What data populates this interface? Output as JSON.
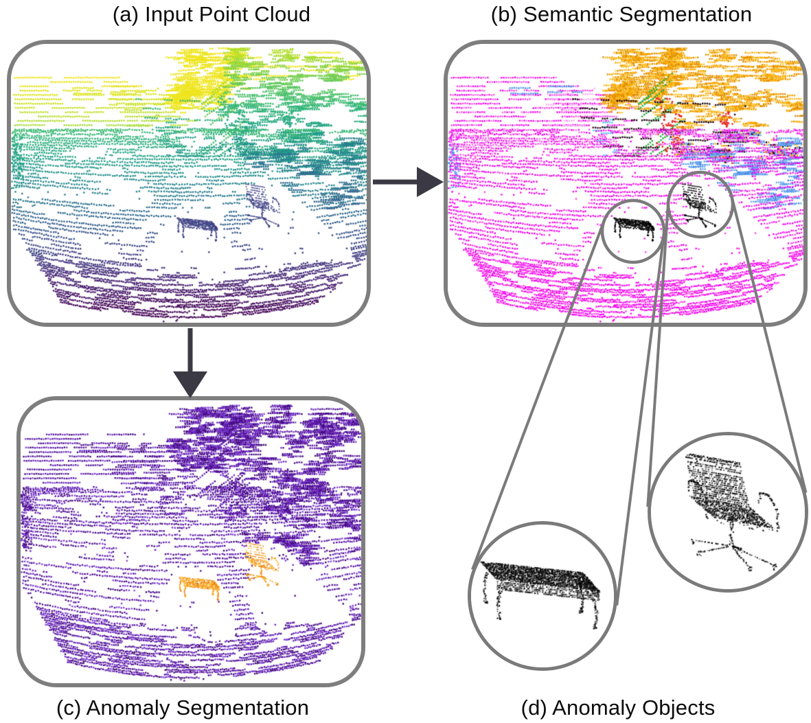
{
  "figure": {
    "captions": {
      "a": "(a) Input Point Cloud",
      "b": "(b) Semantic Segmentation",
      "c": "(c) Anomaly Segmentation",
      "d": "(d) Anomaly Objects"
    }
  },
  "style": {
    "background": "#ffffff",
    "caption_color": "#0b0b0b",
    "panel_border_color": "#7e7e7e",
    "circle_color": "#7a7a7a",
    "arrow_color": "#3b3943",
    "object_point_color": "#000000"
  },
  "render": {
    "seed": 911,
    "viridis": [
      "#440154",
      "#482878",
      "#3e4a89",
      "#31688e",
      "#26828e",
      "#1f9e89",
      "#35b779",
      "#6dcd59",
      "#b4de2c",
      "#dfe318",
      "#fde725"
    ],
    "semantic": {
      "ground": [
        "#ff00ff",
        "#f218dd",
        "#e500e5",
        "#fa4ae8"
      ],
      "ground_light": [
        "#f37ae8",
        "#ef5fe0"
      ],
      "pale_wall": "#f2b2ee",
      "blue": [
        "#5d9cec",
        "#4a8ae4",
        "#6fb0f4"
      ],
      "cyan": "#55ccf5",
      "gold": [
        "#f6a800",
        "#e08c00",
        "#ffc433"
      ],
      "green": "#1fa83c",
      "red": "#e8251f",
      "dark": [
        "#1c0712",
        "#451027",
        "#000000"
      ],
      "object": "#000000"
    },
    "anomaly": {
      "base": [
        "#5a16a8",
        "#6b28c0",
        "#470b85",
        "#8248d2",
        "#3f0a70",
        "#7634c8",
        "#55119c"
      ],
      "object": [
        "#f7a51b",
        "#ffbe2e",
        "#e8761a",
        "#f9c440",
        "#ef8c12"
      ]
    },
    "input": {
      "object_t": 0.18
    },
    "objects": {
      "table": {
        "u": 0.522,
        "v": 0.663
      },
      "chair": {
        "u": 0.705,
        "v": 0.572
      }
    }
  }
}
